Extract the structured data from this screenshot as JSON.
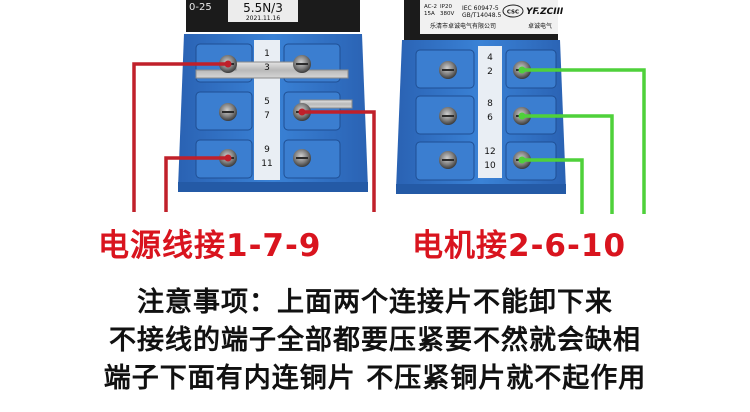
{
  "left_switch": {
    "model_text": "5.5N/3",
    "date_text": "2021.11.16",
    "top_left_fragment": "0-25",
    "terminal_numbers": [
      "1",
      "3",
      "5",
      "7",
      "9",
      "11"
    ]
  },
  "right_switch": {
    "brand": "YF.ZCIII",
    "cert_badge": "CSC",
    "standard_1": "IEC 60947-5",
    "standard_2": "GB/T14048.5",
    "maker": "乐清市卓诚电气有限公司",
    "maker_short": "卓诚电气",
    "spec_1": "AC-2",
    "spec_2": "15A",
    "spec_3": "IP20",
    "spec_4": "380V",
    "terminal_numbers": [
      "4",
      "2",
      "8",
      "6",
      "12",
      "10"
    ]
  },
  "labels": {
    "power": "电源线接1-7-9",
    "motor": "电机接2-6-10"
  },
  "caption": {
    "line1": "注意事项：上面两个连接片不能卸下来",
    "line2": "不接线的端子全部都要压紧要不然就会缺相",
    "line3": "端子下面有内连铜片 不压紧铜片就不起作用"
  },
  "colors": {
    "switch_blue": "#2f73c9",
    "power_wire": "#c0202a",
    "motor_wire": "#4fd13a",
    "label_red": "#d9141e"
  }
}
